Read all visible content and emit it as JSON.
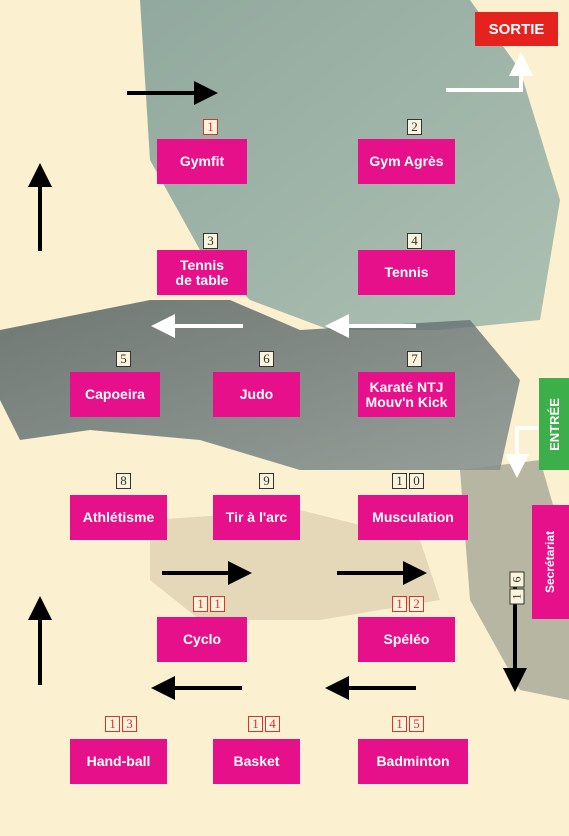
{
  "exit_label": "SORTIE",
  "entrance_label": "ENTRÉE",
  "secretariat_label": "Secrétariat",
  "colors": {
    "activity_box": "#e5108a",
    "exit": "#e5221d",
    "entrance": "#3cae4a",
    "background": "#fbf0cf",
    "number_red": "#e0302a"
  },
  "stations": [
    {
      "number": "1",
      "digits": [
        "1"
      ],
      "red": true,
      "label": "Gymfit"
    },
    {
      "number": "2",
      "digits": [
        "2"
      ],
      "red": false,
      "label": "Gym Agrès"
    },
    {
      "number": "3",
      "digits": [
        "3"
      ],
      "red": false,
      "label": "Tennis\nde table"
    },
    {
      "number": "4",
      "digits": [
        "4"
      ],
      "red": false,
      "label": "Tennis"
    },
    {
      "number": "5",
      "digits": [
        "5"
      ],
      "red": false,
      "label": "Capoeira"
    },
    {
      "number": "6",
      "digits": [
        "6"
      ],
      "red": false,
      "label": "Judo"
    },
    {
      "number": "7",
      "digits": [
        "7"
      ],
      "red": false,
      "label": "Karaté NTJ\nMouv'n Kick"
    },
    {
      "number": "8",
      "digits": [
        "8"
      ],
      "red": false,
      "label": "Athlétisme"
    },
    {
      "number": "9",
      "digits": [
        "9"
      ],
      "red": false,
      "label": "Tir à l'arc"
    },
    {
      "number": "10",
      "digits": [
        "1",
        "0"
      ],
      "red": false,
      "label": "Musculation"
    },
    {
      "number": "11",
      "digits": [
        "1",
        "1"
      ],
      "red": true,
      "label": "Cyclo"
    },
    {
      "number": "12",
      "digits": [
        "1",
        "2"
      ],
      "red": true,
      "label": "Spéléo"
    },
    {
      "number": "13",
      "digits": [
        "1",
        "3"
      ],
      "red": true,
      "label": "Hand-ball"
    },
    {
      "number": "14",
      "digits": [
        "1",
        "4"
      ],
      "red": true,
      "label": "Basket"
    },
    {
      "number": "15",
      "digits": [
        "1",
        "5"
      ],
      "red": true,
      "label": "Badminton"
    }
  ],
  "secretariat_station": {
    "number": "16",
    "digits": [
      "1",
      "6"
    ]
  }
}
